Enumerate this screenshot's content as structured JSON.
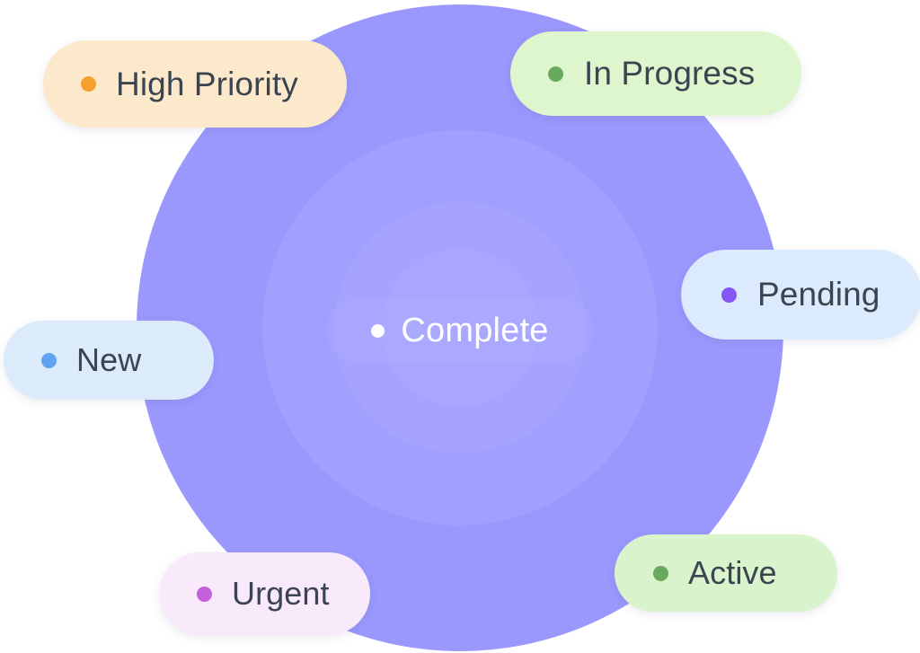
{
  "diagram": {
    "title": "status-tag-cloud",
    "center": {
      "label": "Complete",
      "dot_icon": "status-dot-icon",
      "dot_color": "#ffffff",
      "text_color": "#ffffff"
    },
    "rings": [
      {
        "name": "outer-ring",
        "color": "#9a98fd"
      },
      {
        "name": "middle-ring",
        "color": "#a2a0fe"
      },
      {
        "name": "inner-ring",
        "color": "#a5a3fe"
      },
      {
        "name": "core-ring",
        "color": "#a8a6ff"
      }
    ],
    "tags": [
      {
        "id": "high-priority",
        "label": "High Priority",
        "dot_icon": "status-dot-icon",
        "dot_color": "#f59f2d",
        "background": "#fce8ca",
        "text_color": "#3b4551"
      },
      {
        "id": "in-progress",
        "label": "In Progress",
        "dot_icon": "status-dot-icon",
        "dot_color": "#69a95e",
        "background": "#ddf6cd",
        "text_color": "#3b4551"
      },
      {
        "id": "pending",
        "label": "Pending",
        "dot_icon": "status-dot-icon",
        "dot_color": "#8458f0",
        "background": "#dbeafd",
        "text_color": "#3b4551"
      },
      {
        "id": "new",
        "label": "New",
        "dot_icon": "status-dot-icon",
        "dot_color": "#61a2f4",
        "background": "#dcebfb",
        "text_color": "#3b4551"
      },
      {
        "id": "urgent",
        "label": "Urgent",
        "dot_icon": "status-dot-icon",
        "dot_color": "#c45fdd",
        "background": "#f8e9fb",
        "text_color": "#3b4551"
      },
      {
        "id": "active",
        "label": "Active",
        "dot_icon": "status-dot-icon",
        "dot_color": "#69a95e",
        "background": "#d9f4cc",
        "text_color": "#3b4551"
      }
    ]
  }
}
